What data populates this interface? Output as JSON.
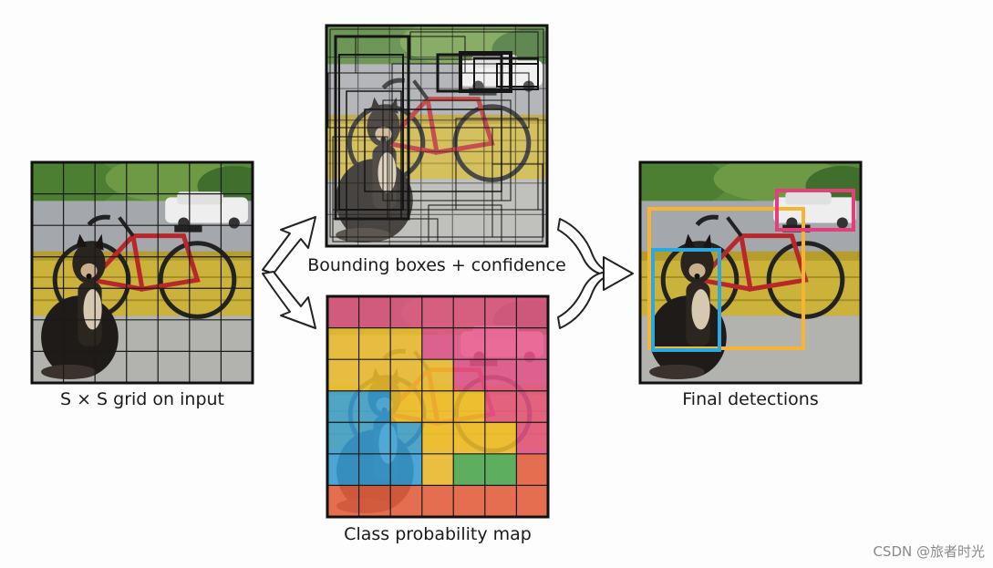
{
  "captions": {
    "grid": "S × S grid on input",
    "boxes": "Bounding boxes + confidence",
    "classmap": "Class probability map",
    "final": "Final detections"
  },
  "watermark": "CSDN @旅者时光",
  "grid_size": 7,
  "class_map": [
    [
      "pink",
      "pink",
      "pink",
      "pink",
      "pink",
      "pink",
      "pink"
    ],
    [
      "yellow",
      "yellow",
      "yellow",
      "pink",
      "pink",
      "pink",
      "pink"
    ],
    [
      "yellow",
      "yellow",
      "yellow",
      "yellow",
      "pink",
      "pink",
      "pink"
    ],
    [
      "blue",
      "blue",
      "yellow",
      "yellow",
      "yellow",
      "pink",
      "pink"
    ],
    [
      "blue",
      "blue",
      "blue",
      "yellow",
      "yellow",
      "yellow",
      "pink"
    ],
    [
      "blue",
      "blue",
      "blue",
      "yellow",
      "green",
      "green",
      "orange"
    ],
    [
      "orange",
      "orange",
      "orange",
      "orange",
      "orange",
      "orange",
      "orange"
    ]
  ],
  "colors": {
    "pink": "#e8558a",
    "yellow": "#f3c12f",
    "blue": "#3aa3dc",
    "green": "#4fae52",
    "orange": "#ee6240",
    "dog_box": "#2ba8e0",
    "bike_box": "#f5b533",
    "car_box": "#e43f7a"
  },
  "detections": [
    {
      "label_icon": "dog",
      "color_key": "dog_box"
    },
    {
      "label_icon": "bicycle",
      "color_key": "bike_box"
    },
    {
      "label_icon": "car",
      "color_key": "car_box"
    }
  ]
}
